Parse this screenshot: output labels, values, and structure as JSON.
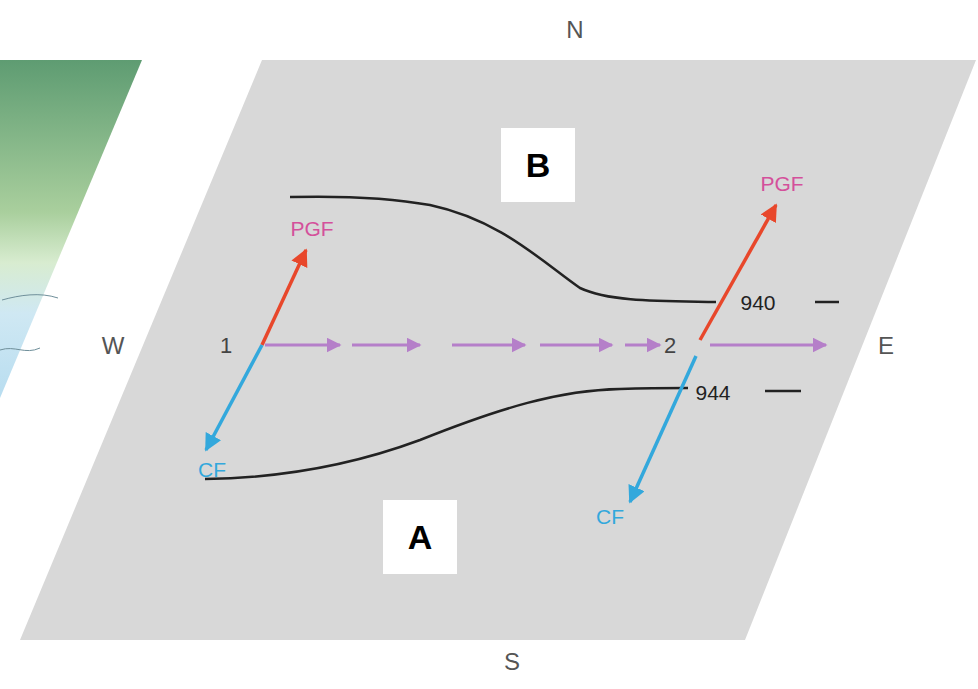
{
  "diagram": {
    "nodes": [
      {
        "text": [
          "B"
        ]
      },
      {
        "text": [
          "A"
        ]
      }
    ],
    "labels": [
      "N",
      "PGF",
      "PGF",
      "940",
      "W",
      "1",
      "2",
      "E",
      "944",
      "CF",
      "CF",
      "S"
    ]
  }
}
